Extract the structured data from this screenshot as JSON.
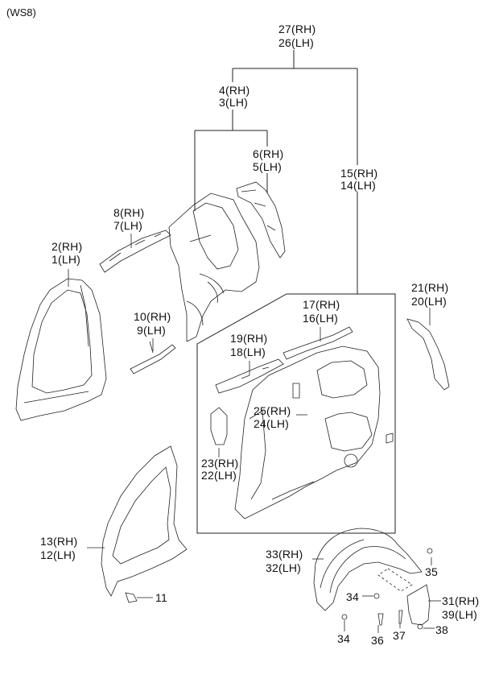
{
  "diagram": {
    "code": "(WS8)",
    "labels": {
      "p27": "27(RH)",
      "p26": "26(LH)",
      "p4": "4(RH)",
      "p3": "3(LH)",
      "p6": "6(RH)",
      "p5": "5(LH)",
      "p15": "15(RH)",
      "p14": "14(LH)",
      "p8": "8(RH)",
      "p7": "7(LH)",
      "p2": "2(RH)",
      "p1": "1(LH)",
      "p21": "21(RH)",
      "p20": "20(LH)",
      "p17": "17(RH)",
      "p16": "16(LH)",
      "p10": "10(RH)",
      "p9": "9(LH)",
      "p19": "19(RH)",
      "p18": "18(LH)",
      "p25": "25(RH)",
      "p24": "24(LH)",
      "p23": "23(RH)",
      "p22": "22(LH)",
      "p13": "13(RH)",
      "p12": "12(LH)",
      "p11": "11",
      "p33": "33(RH)",
      "p32": "32(LH)",
      "p35": "35",
      "p34a": "34",
      "p34b": "34",
      "p31": "31(RH)",
      "p39": "39(LH)",
      "p37": "37",
      "p38": "38",
      "p36": "36"
    }
  }
}
